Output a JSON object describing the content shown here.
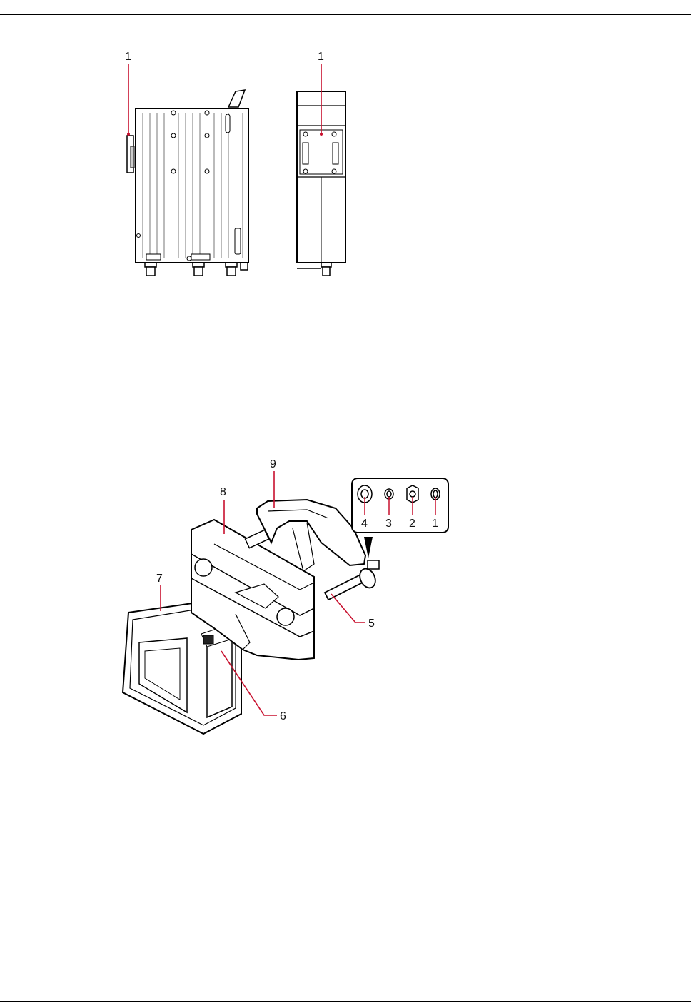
{
  "figure1": {
    "side_view_callout": "1",
    "front_view_callout": "1"
  },
  "figure2": {
    "callouts": {
      "c9": "9",
      "c8": "8",
      "c7": "7",
      "c6": "6",
      "c5": "5"
    },
    "hardware_legend": [
      "4",
      "3",
      "2",
      "1"
    ]
  }
}
